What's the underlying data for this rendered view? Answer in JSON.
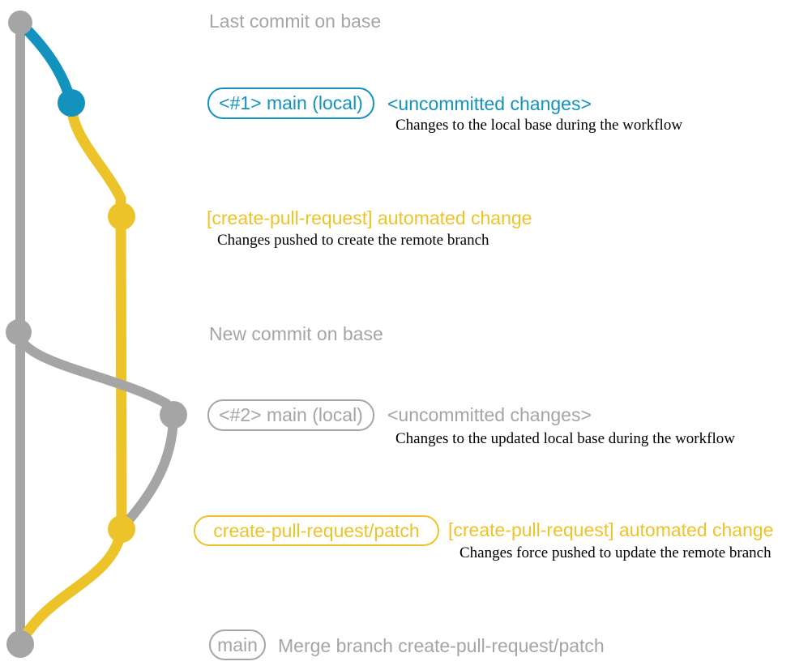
{
  "colors": {
    "gray": "#A5A5A5",
    "blue": "#1292BC",
    "yellow": "#EDC32A",
    "ink": "#000000"
  },
  "sections": {
    "top": {
      "heading": "Last commit on base",
      "branch_label": "<#1> main (local)",
      "status": "<uncommitted changes>",
      "description": "Changes to the local base during the workflow"
    },
    "first_push": {
      "commit_message": "[create-pull-request] automated change",
      "description": "Changes pushed to create the remote branch"
    },
    "middle": {
      "heading": "New commit on base",
      "branch_label": "<#2> main (local)",
      "status": "<uncommitted changes>",
      "description": "Changes to the updated local base during the workflow"
    },
    "second_push": {
      "branch_label": "create-pull-request/patch",
      "commit_message": "[create-pull-request] automated change",
      "description": "Changes force pushed to update the remote branch"
    },
    "bottom": {
      "branch_label": "main",
      "commit_message": "Merge branch create-pull-request/patch"
    }
  }
}
